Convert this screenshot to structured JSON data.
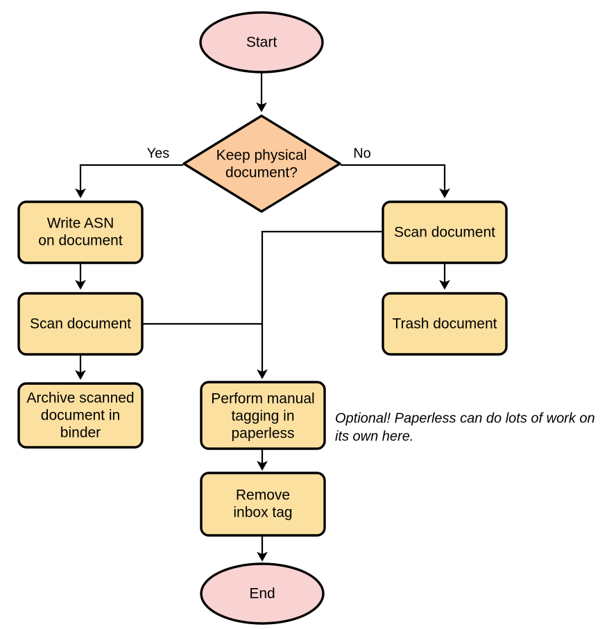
{
  "diagram": {
    "type": "flowchart",
    "orientation": "top-to-bottom",
    "background": "#ffffff",
    "palette": {
      "terminal_fill": "#f9d2d2",
      "process_fill": "#fbe0a0",
      "decision_fill": "#fbca9e",
      "stroke": "#000000",
      "text": "#000000"
    },
    "nodes": {
      "start": {
        "label": "Start",
        "shape": "ellipse",
        "kind": "terminal"
      },
      "decision": {
        "label_line1": "Keep physical",
        "label_line2": "document?",
        "shape": "diamond",
        "kind": "decision"
      },
      "write_asn": {
        "label_line1": "Write ASN",
        "label_line2": "on document",
        "shape": "rounded-rect",
        "kind": "process"
      },
      "scan_left": {
        "label": "Scan document",
        "shape": "rounded-rect",
        "kind": "process"
      },
      "archive": {
        "label_line1": "Archive scanned",
        "label_line2": "document in",
        "label_line3": "binder",
        "shape": "rounded-rect",
        "kind": "process"
      },
      "scan_right": {
        "label": "Scan document",
        "shape": "rounded-rect",
        "kind": "process"
      },
      "trash": {
        "label": "Trash document",
        "shape": "rounded-rect",
        "kind": "process"
      },
      "tagging": {
        "label_line1": "Perform manual",
        "label_line2": "tagging in",
        "label_line3": "paperless",
        "shape": "rounded-rect",
        "kind": "process"
      },
      "remove_inbox": {
        "label_line1": "Remove",
        "label_line2": "inbox tag",
        "shape": "rounded-rect",
        "kind": "process"
      },
      "end": {
        "label": "End",
        "shape": "ellipse",
        "kind": "terminal"
      }
    },
    "edge_labels": {
      "yes": "Yes",
      "no": "No"
    },
    "annotation": {
      "line1": "Optional! Paperless can do lots of work on",
      "line2": "its own here."
    },
    "edges": [
      {
        "from": "start",
        "to": "decision",
        "label": ""
      },
      {
        "from": "decision",
        "to": "write_asn",
        "label": "Yes"
      },
      {
        "from": "decision",
        "to": "scan_right",
        "label": "No"
      },
      {
        "from": "write_asn",
        "to": "scan_left",
        "label": ""
      },
      {
        "from": "scan_left",
        "to": "archive",
        "label": ""
      },
      {
        "from": "scan_left",
        "to": "tagging",
        "label": ""
      },
      {
        "from": "scan_right",
        "to": "trash",
        "label": ""
      },
      {
        "from": "scan_right",
        "to": "tagging",
        "label": ""
      },
      {
        "from": "tagging",
        "to": "remove_inbox",
        "label": ""
      },
      {
        "from": "remove_inbox",
        "to": "end",
        "label": ""
      }
    ]
  }
}
